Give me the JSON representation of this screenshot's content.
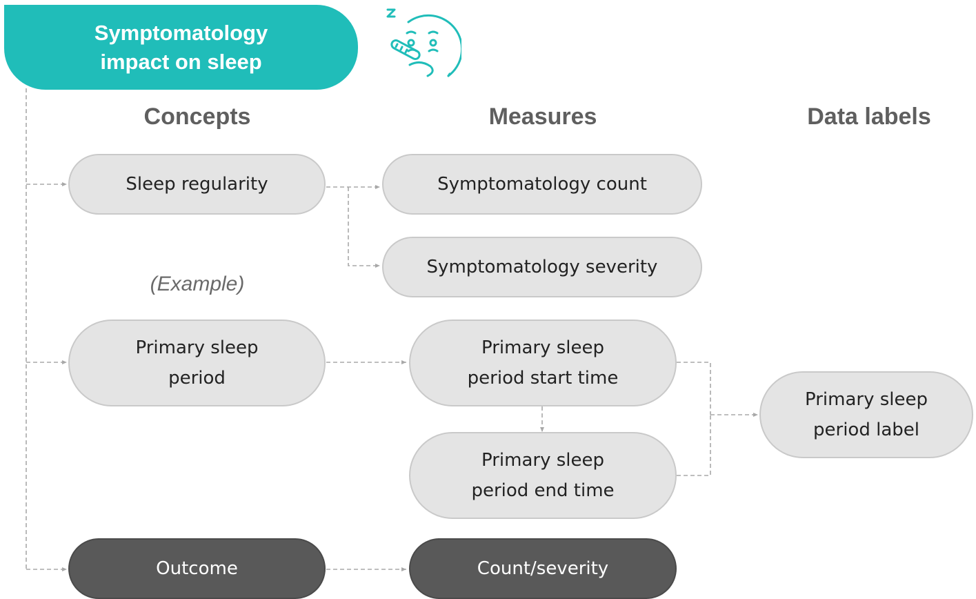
{
  "title": "Symptomatology\nimpact on sleep",
  "icon": "sick-sleeping-face-icon",
  "accent_color": "#20bdb9",
  "headers": {
    "concepts": "Concepts",
    "measures": "Measures",
    "data_labels": "Data labels"
  },
  "example_label": "(Example)",
  "concepts": {
    "sleep_regularity": "Sleep regularity",
    "primary_sleep_period": "Primary sleep\nperiod",
    "outcome": "Outcome"
  },
  "measures": {
    "symptomatology_count": "Symptomatology count",
    "symptomatology_severity": "Symptomatology severity",
    "primary_sleep_start": "Primary sleep\nperiod start time",
    "primary_sleep_end": "Primary sleep\nperiod end time",
    "count_severity": "Count/severity"
  },
  "data_labels": {
    "primary_sleep_label": "Primary sleep\nperiod label"
  }
}
